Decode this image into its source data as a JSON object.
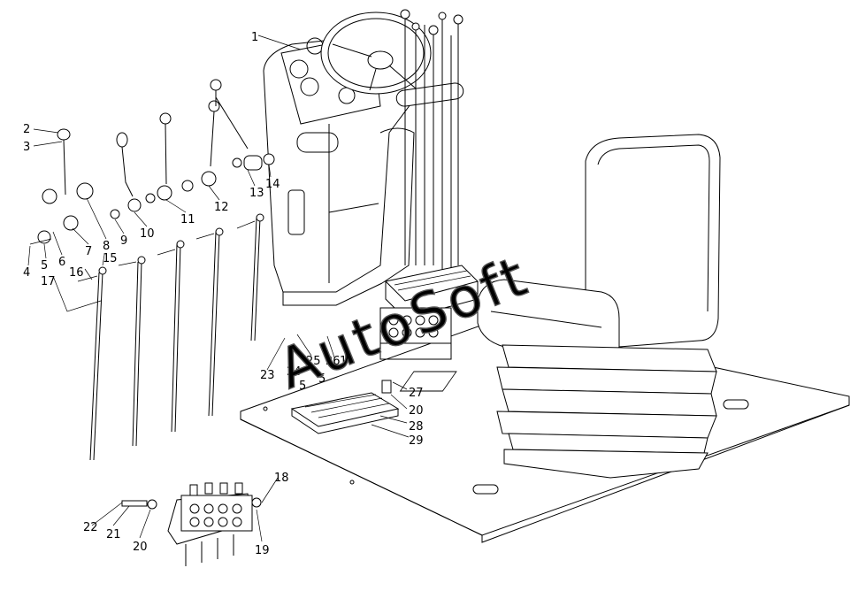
{
  "watermark": "AutoSoft",
  "callouts": [
    "1",
    "2",
    "3",
    "4",
    "5",
    "6",
    "7",
    "8",
    "9",
    "10",
    "11",
    "12",
    "13",
    "14",
    "15",
    "16",
    "17",
    "18",
    "19",
    "20",
    "21",
    "22",
    "23",
    "24",
    "25",
    "26",
    "27",
    "28",
    "29",
    "5",
    "5",
    "20",
    "1"
  ]
}
